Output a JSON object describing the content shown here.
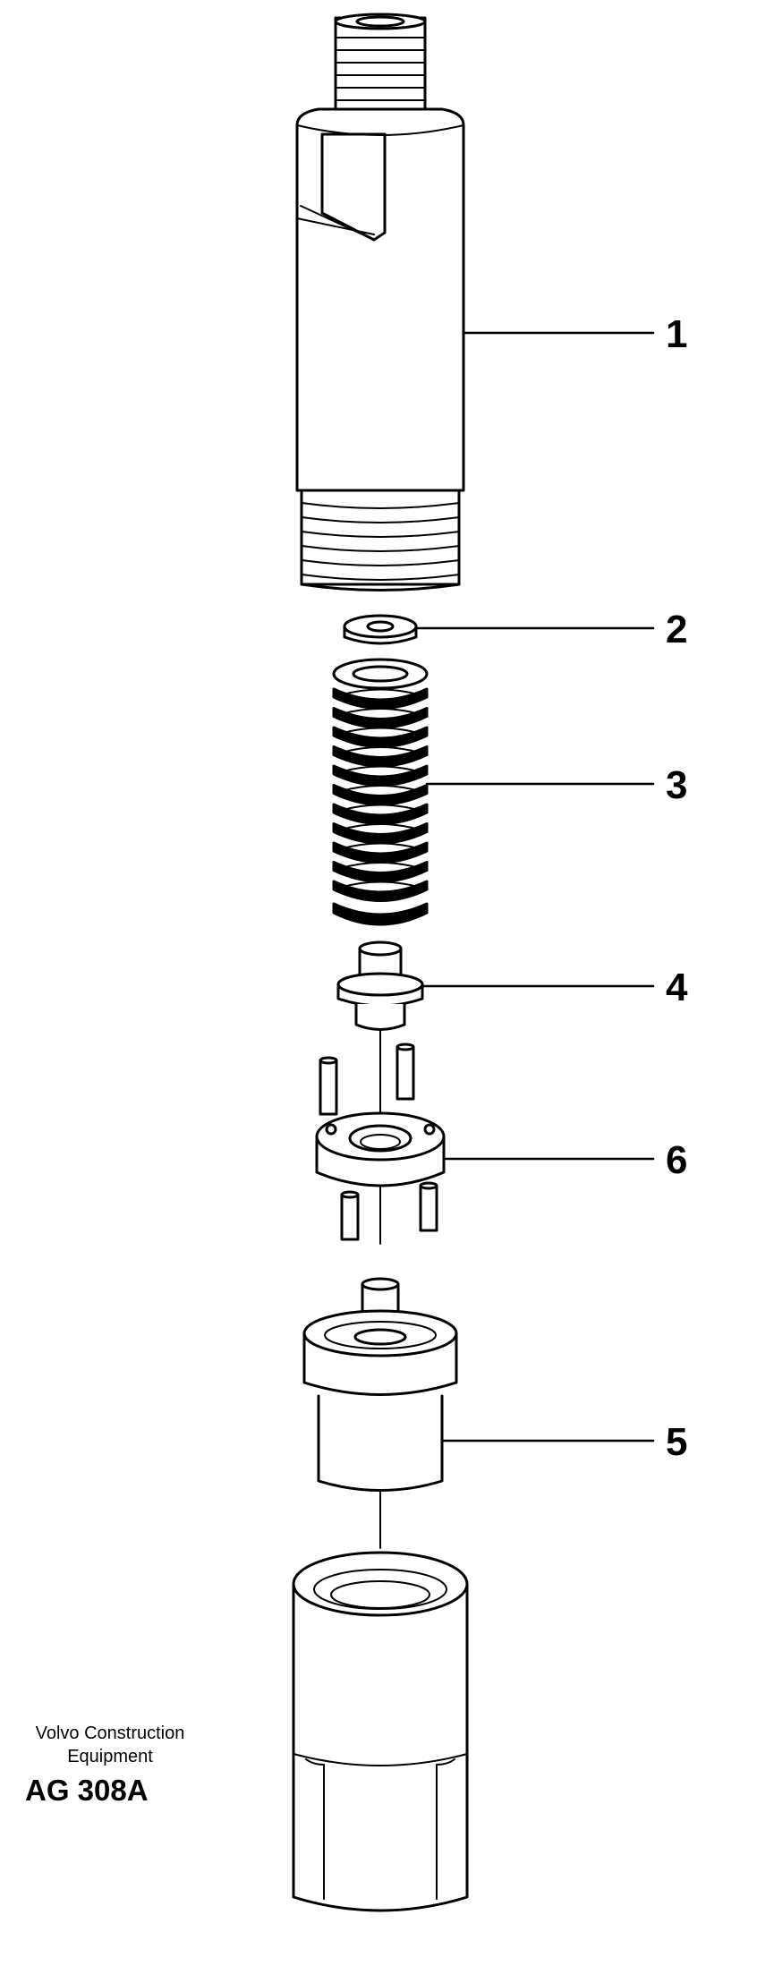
{
  "callouts": [
    {
      "id": "1",
      "label": "1"
    },
    {
      "id": "2",
      "label": "2"
    },
    {
      "id": "3",
      "label": "3"
    },
    {
      "id": "4",
      "label": "4"
    },
    {
      "id": "6",
      "label": "6"
    },
    {
      "id": "5",
      "label": "5"
    }
  ],
  "credit": {
    "line1": "Volvo Construction",
    "line2": "Equipment",
    "code": "AG 308A"
  }
}
